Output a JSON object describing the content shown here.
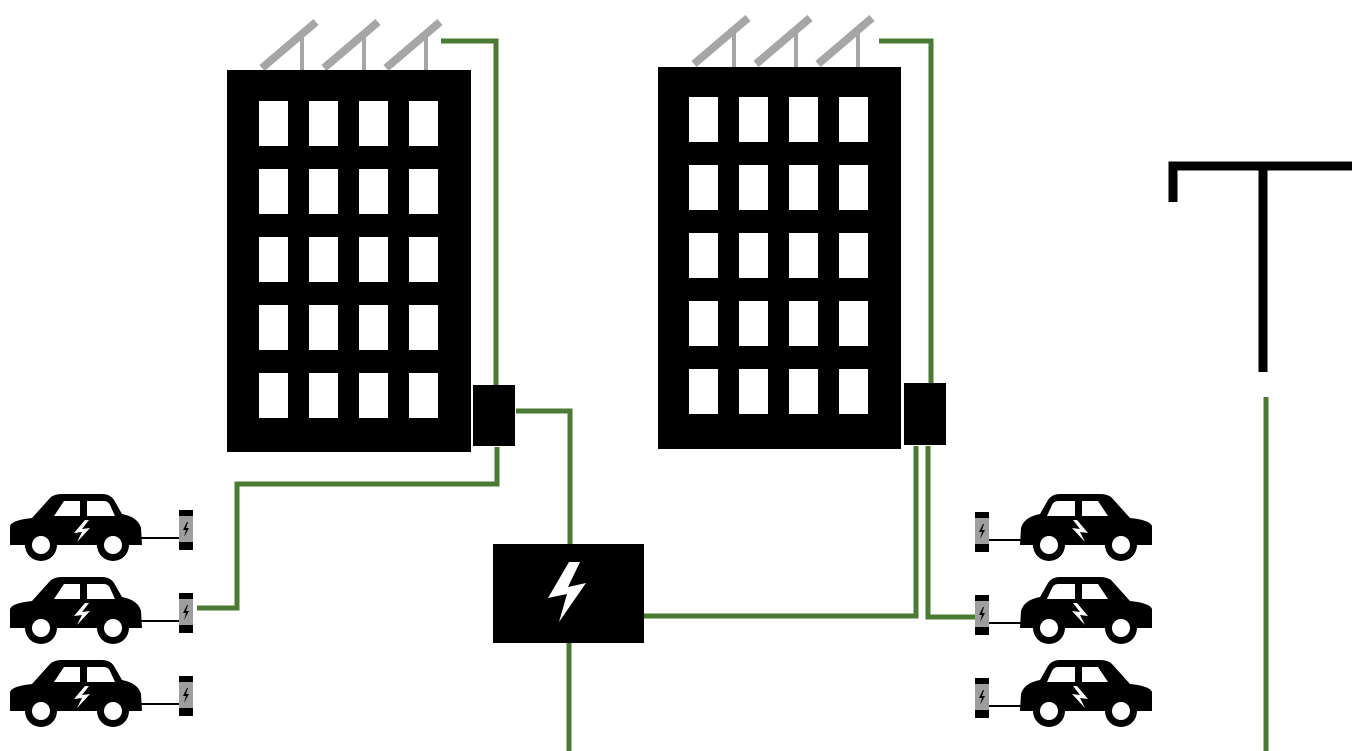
{
  "diagram": {
    "nodes": [
      {
        "id": "building-left",
        "kind": "apartment-building",
        "windows": {
          "cols": 4,
          "rows": 5
        },
        "solar_panels": 3
      },
      {
        "id": "building-right",
        "kind": "apartment-building",
        "windows": {
          "cols": 4,
          "rows": 5
        },
        "solar_panels": 3
      },
      {
        "id": "inverter-left",
        "kind": "meter-box"
      },
      {
        "id": "inverter-right",
        "kind": "meter-box"
      },
      {
        "id": "central-hub",
        "kind": "power-hub",
        "icon": "lightning-bolt-icon"
      },
      {
        "id": "grid-tower",
        "kind": "utility-pole"
      },
      {
        "id": "ev-left",
        "kind": "ev-with-charger",
        "count": 3
      },
      {
        "id": "ev-right",
        "kind": "ev-with-charger",
        "count": 3
      }
    ],
    "edges": [
      [
        "building-left-panels",
        "inverter-left"
      ],
      [
        "inverter-left",
        "ev-left-2"
      ],
      [
        "inverter-left",
        "central-hub"
      ],
      [
        "building-right-panels",
        "inverter-right"
      ],
      [
        "inverter-right",
        "ev-right-2"
      ],
      [
        "central-hub",
        "inverter-right"
      ],
      [
        "central-hub",
        "grid"
      ],
      [
        "grid-tower",
        "grid"
      ]
    ],
    "colors": {
      "wire": "#4a7a34",
      "structure": "#000000",
      "solar_panel": "#a6a6a6",
      "charger_gray": "#9e9e9e",
      "background": "#ffffff"
    }
  }
}
